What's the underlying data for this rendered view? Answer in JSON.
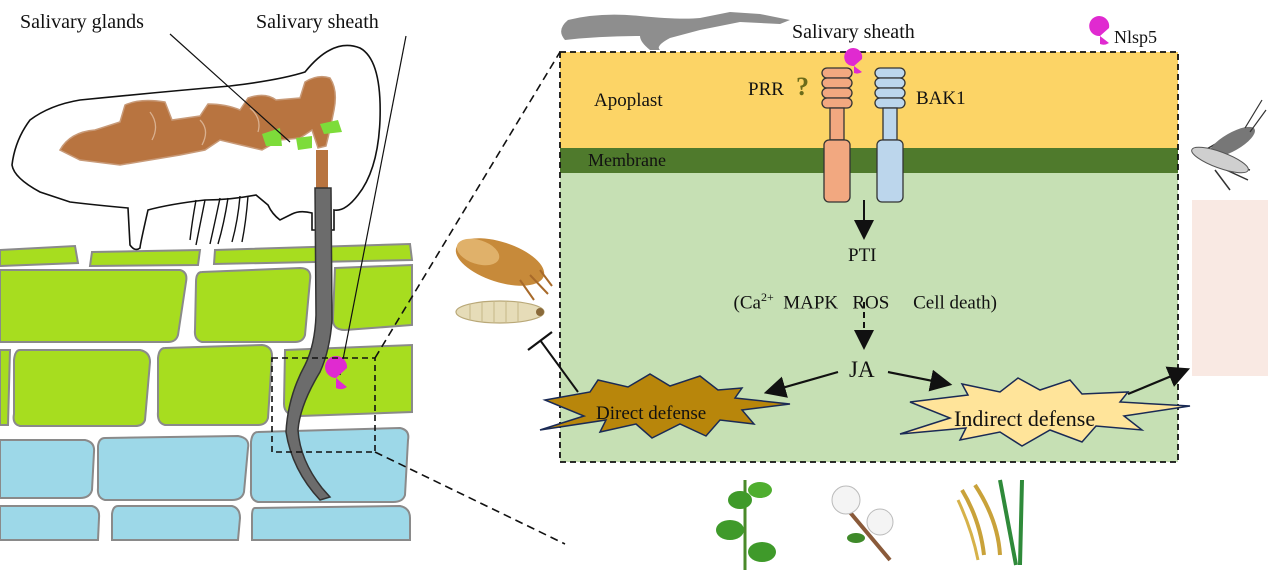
{
  "left_panel": {
    "salivary_glands_label": "Salivary glands",
    "salivary_sheath_label": "Salivary sheath"
  },
  "legend": {
    "salivary_sheath_label": "Salivary sheath",
    "effector_label": "Nlsp5",
    "effector_icon": "pacman-effector-icon"
  },
  "cell": {
    "apoplast_label": "Apoplast",
    "membrane_label": "Membrane",
    "prr_label": "PRR",
    "prr_question": "?",
    "bak1_label": "BAK1",
    "pti_label": "PTI",
    "pti_details_prefix": "(Ca",
    "pti_details_sup": "2+",
    "pti_details_rest": "  MAPK   ROS     Cell death)",
    "ja_label": "JA",
    "direct_defense_label": "Direct defense",
    "indirect_defense_label": "Indirect defense"
  },
  "colors": {
    "apoplast": "#fcd466",
    "membrane": "#4f7a2c",
    "cytoplasm": "#c6e0b4",
    "effector": "#e02ad0",
    "prr": "#f2a880",
    "bak1": "#bcd6ec",
    "direct_defense": "#b8860b",
    "indirect_defense": "#ffe49a",
    "mesophyll": "#a7dd1f",
    "vascular": "#9dd8e8",
    "gland": "#b87440",
    "gland_spot": "#7ddc3a",
    "stylet": "#666666"
  }
}
